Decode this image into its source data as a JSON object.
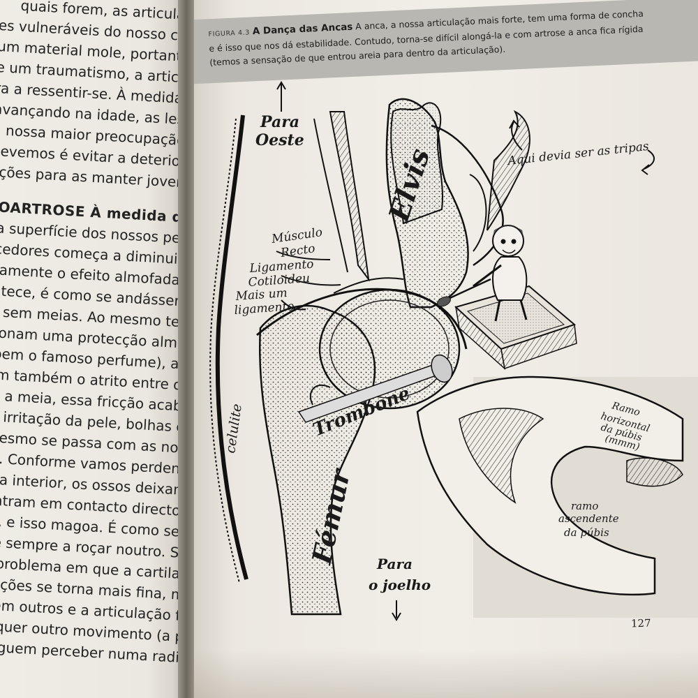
{
  "left_page": {
    "lines": [
      "quais forem, as articulaçõ",
      "es vulneráveis do nosso corpo. Trata",
      "um material mole, portanto, quando",
      "e um traumatismo, a articulação s",
      "ra a ressentir-se. À medida que",
      "avançando na idade, as lesões deixam",
      "a nossa maior preocupação. Nessa",
      "devemos é evitar a deterioração das",
      "ações para as manter jovens e fortes.",
      "EOARTROSE À medida que envelhe-",
      ", a superfície dos nossos pequenos",
      "ecedores começa a diminuir e perde-",
      "ntamente o efeito almofada. Quando",
      "ontece, é como se andássemos calça-",
      "as sem meias. Ao mesmo tempo que",
      "rcionam uma protecção almofadada (e",
      "hibem o famoso perfume), as meias",
      "vem também o atrito entre o sapato e",
      "em a meia, essa fricção acabaria por",
      "car irritação da pele, bolhas e inflama-",
      ") mesmo se passa com as nossas arti-",
      "ões. Conforme vamos perdendo a",
      "meia interior, os ossos deixam de des",
      "e entram em contacto directo uns com",
      "tros, e isso magoa. É como se um pa",
      "esse sempre a roçar noutro. Simpl",
      "um problema em que a cartilagem fica",
      "iculações se torna mais fina, mais dura",
      "car em outros e a articulação fica infla",
      "qualquer outro movimento (a propósito",
      "onseguem perceber numa radiografia"
    ]
  },
  "caption": {
    "label": "FIGURA 4.3",
    "title": "A Dança das Ancas",
    "text_line1": "A anca, a nossa articulação mais forte, tem uma forma de concha",
    "text_line2": "e é isso que nos dá estabilidade. Contudo, torna-se difícil alongá-la e com artrose a anca fica rígida",
    "text_line3": "(temos a sensação de que entrou areia para dentro da articulação)."
  },
  "labels": {
    "para_oeste_1": "Para",
    "para_oeste_2": "Oeste",
    "elvis": "Elvis",
    "tripas": "Aqui devia ser as tripas",
    "musculo_1": "Músculo",
    "musculo_2": "Recto",
    "ligamento_1": "Ligamento",
    "ligamento_2": "Cotiloideu",
    "mais_um_1": "Mais um",
    "mais_um_2": "ligamento",
    "celulite": "celulite",
    "trombone": "Trombone",
    "femur": "Fémur",
    "ramo_h_1": "Ramo",
    "ramo_h_2": "horizontal",
    "ramo_h_3": "da púbis",
    "ramo_h_4": "(mmm)",
    "ramo_a_1": "ramo",
    "ramo_a_2": "ascendente",
    "ramo_a_3": "da púbis",
    "joelho_1": "Para",
    "joelho_2": "o joelho"
  },
  "page_number": "127"
}
